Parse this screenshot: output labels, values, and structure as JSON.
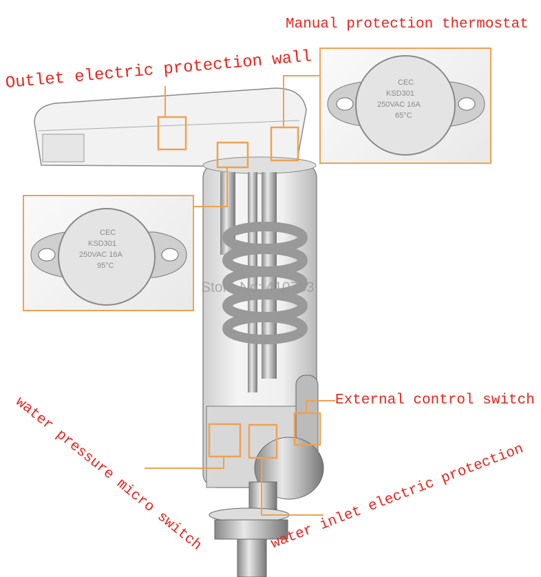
{
  "labels": {
    "manual_thermostat": "Manual protection thermostat",
    "outlet_wall": "Outlet electric protection wall",
    "external_switch": "External control switch",
    "pressure_switch": "water pressure micro switch",
    "inlet_protection": "water inlet electric protection"
  },
  "watermark": "Store No: 410753",
  "thermostat_right": {
    "brand": "CEC",
    "model": "KSD301",
    "rating": "250VAC 16A",
    "temp": "65°C"
  },
  "thermostat_left": {
    "brand": "CEC",
    "model": "KSD301",
    "rating": "250VAC 16A",
    "temp": "95°C"
  },
  "colors": {
    "label": "#e8231d",
    "highlight": "#f0a050"
  }
}
